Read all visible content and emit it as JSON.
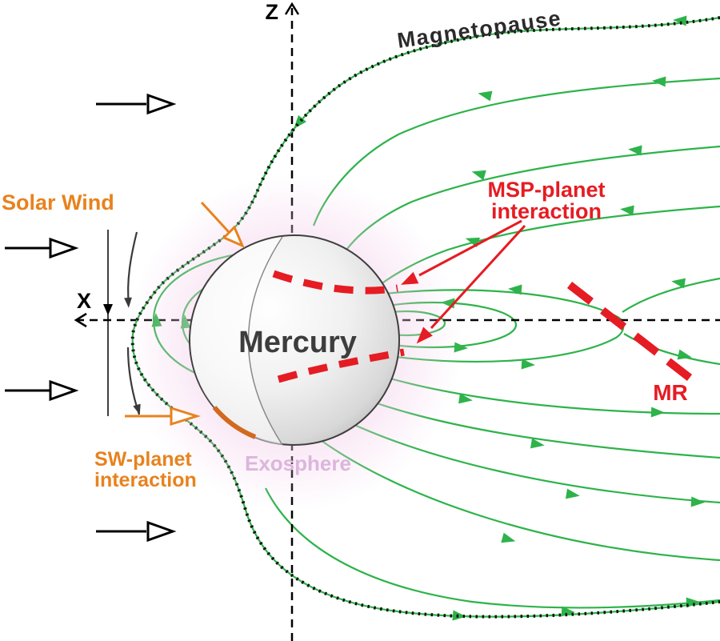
{
  "diagram": {
    "title": "Mercury magnetosphere interaction diagram",
    "labels": {
      "z_axis": "Z",
      "x_axis": "X",
      "magnetopause": "Magnetopause",
      "solar_wind": "Solar Wind",
      "planet": "Mercury",
      "exosphere": "Exosphere",
      "sw_interaction_line1": "SW-planet",
      "sw_interaction_line2": "interaction",
      "msp_interaction_line1": "MSP-planet",
      "msp_interaction_line2": "interaction",
      "mr": "MR"
    },
    "colors": {
      "field_line_green": "#2db34a",
      "magnetopause_dots": "#111111",
      "solar_wind_orange": "#e8821e",
      "interaction_red": "#e51c23",
      "exosphere_pink": "#dcb6dc",
      "planet_label_gray": "#3d3d3d",
      "axis_black": "#000000",
      "deflection_gray": "#3a3a3a"
    }
  }
}
